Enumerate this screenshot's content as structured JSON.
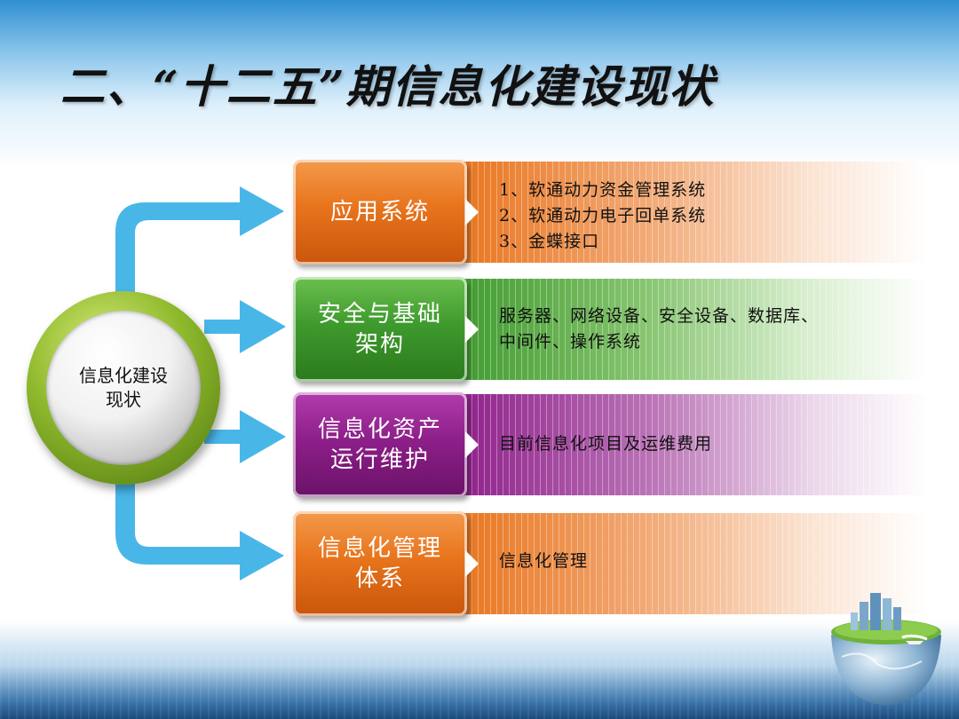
{
  "slide": {
    "title": "二、“十二五”期信息化建设现状"
  },
  "hub": {
    "label_line1": "信息化建设",
    "label_line2": "现状"
  },
  "rows": [
    {
      "box_line1": "应用系统",
      "box_line2": "",
      "items": [
        "1、软通动力资金管理系统",
        "2、软通动力电子回单系统",
        "3、金蝶接口"
      ],
      "color": "#e8741c"
    },
    {
      "box_line1": "安全与基础",
      "box_line2": "架构",
      "items": [
        "服务器、网络设备、安全设备、数据库、",
        "中间件、操作系统"
      ],
      "color": "#3f9a2e"
    },
    {
      "box_line1": "信息化资产",
      "box_line2": "运行维护",
      "items": [
        "目前信息化项目及运维费用"
      ],
      "color": "#8e1f8a"
    },
    {
      "box_line1": "信息化管理",
      "box_line2": "体系",
      "items": [
        "信息化管理"
      ],
      "color": "#e8741c"
    }
  ],
  "colors": {
    "connector": "#49b6e8",
    "orange": "#e8741c",
    "green": "#3f9a2e",
    "purple": "#8e1f8a",
    "hub_ring": "#8fb92c"
  },
  "icons": {
    "globe": "globe-city-icon"
  }
}
